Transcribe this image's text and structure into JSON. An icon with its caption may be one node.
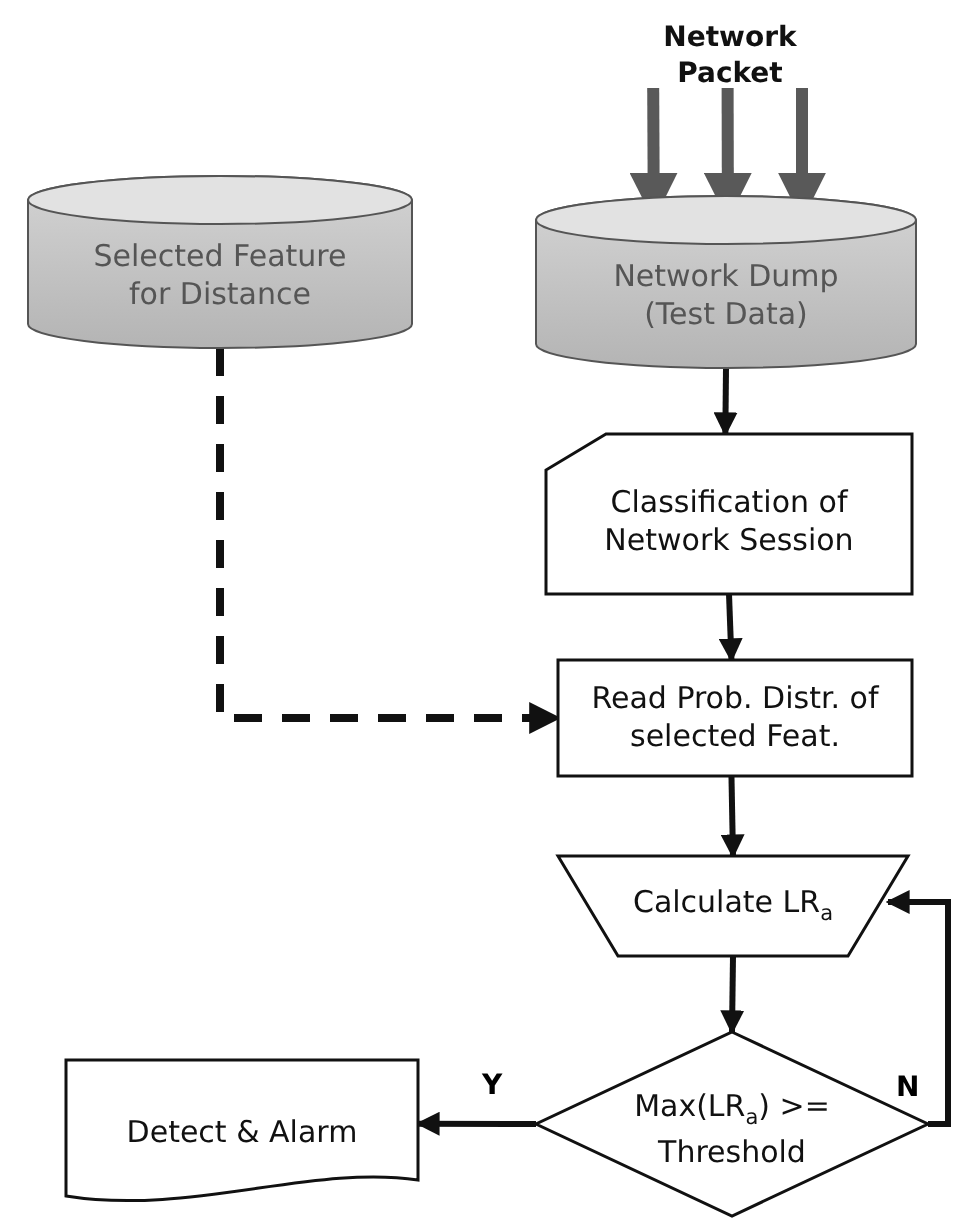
{
  "diagram": {
    "nodes": [
      {
        "text": [
          "Network Packet"
        ]
      },
      {
        "text": [
          "Selected Feature for Distance"
        ]
      },
      {
        "text": [
          "Network Dump (Test Data)"
        ]
      },
      {
        "text": [
          "Classification of Network Session"
        ]
      },
      {
        "text": [
          "Read Prob. Distr. of selected Feat."
        ]
      },
      {
        "text": [
          "Calculate LR$_{a}$"
        ]
      },
      {
        "text": [
          "Max(LR$_{a}$) >= Threshold"
        ]
      },
      {
        "text": [
          "Detect & Alarm"
        ]
      }
    ],
    "edges": [
      {
        "from": 0,
        "to": 2,
        "arrow": "to",
        "style": "thick",
        "color": "#595959"
      },
      {
        "from": 0,
        "to": 2,
        "arrow": "to",
        "style": "thick",
        "color": "#595959"
      },
      {
        "from": 0,
        "to": 2,
        "arrow": "to",
        "style": "thick",
        "color": "#595959"
      },
      {
        "from": 2,
        "to": 3,
        "arrow": "to"
      },
      {
        "from": 3,
        "to": 4,
        "arrow": "to"
      },
      {
        "from": 1,
        "to": 4,
        "arrow": "to",
        "style": "dashed"
      },
      {
        "from": 4,
        "to": 5,
        "arrow": "to"
      },
      {
        "from": 5,
        "to": 6,
        "arrow": "to"
      },
      {
        "from": 6,
        "to": 7,
        "arrow": "to",
        "label": "Y"
      },
      {
        "from": 6,
        "to": 5,
        "arrow": "to",
        "label": "N"
      }
    ]
  }
}
